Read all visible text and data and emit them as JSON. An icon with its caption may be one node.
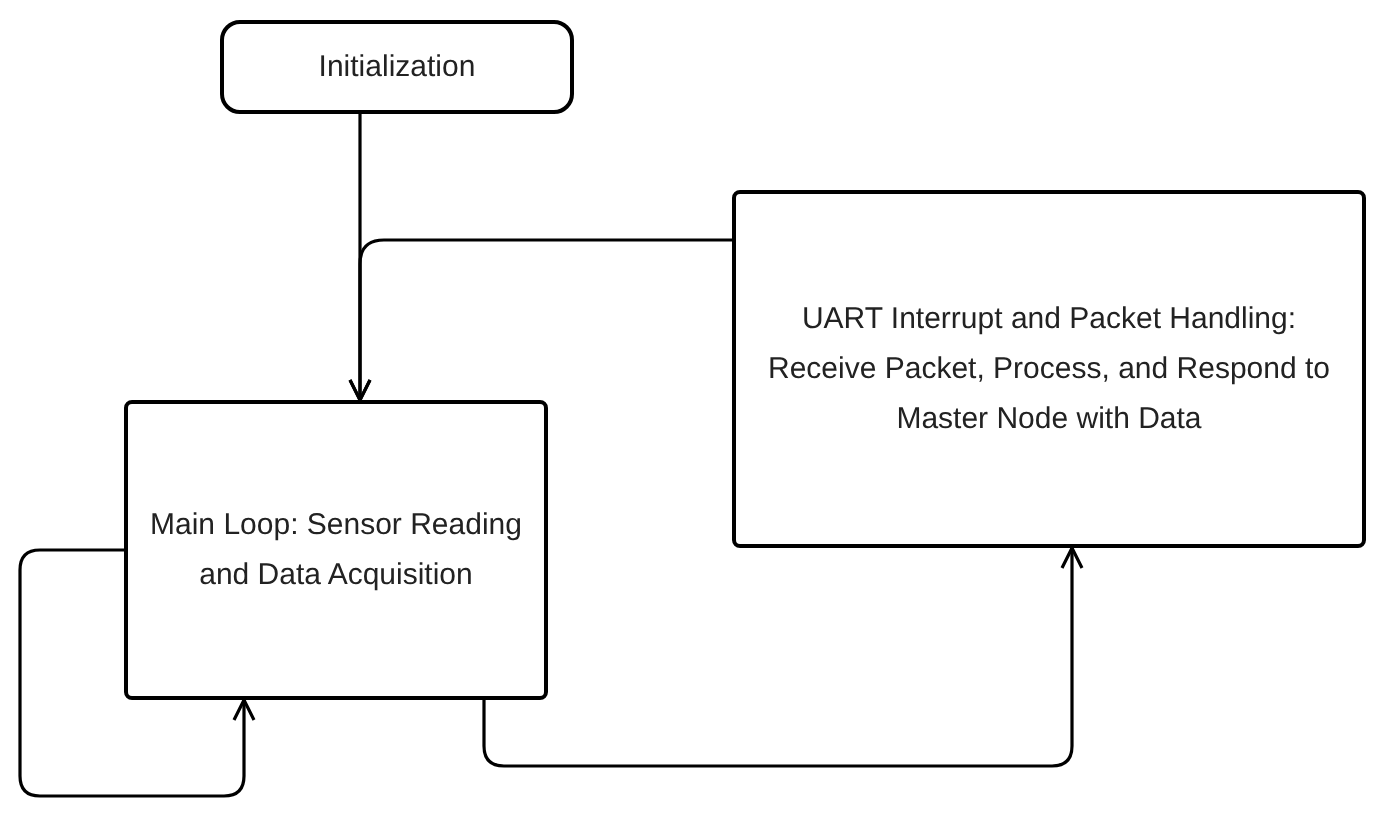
{
  "diagram": {
    "nodes": [
      {
        "text": [
          "Initialization"
        ]
      },
      {
        "text": [
          "Main Loop: Sensor Reading and Data Acquisition"
        ]
      },
      {
        "text": [
          "UART Interrupt and Packet Handling: Receive Packet, Process, and Respond to Master Node with Data"
        ]
      }
    ],
    "edges": [
      {
        "from": 0,
        "to": 1,
        "arrow": "to"
      },
      {
        "from": 2,
        "to": 1,
        "arrow": "to"
      },
      {
        "from": 1,
        "to": 1,
        "arrow": "to"
      },
      {
        "from": 1,
        "to": 2,
        "arrow": "to"
      }
    ]
  }
}
